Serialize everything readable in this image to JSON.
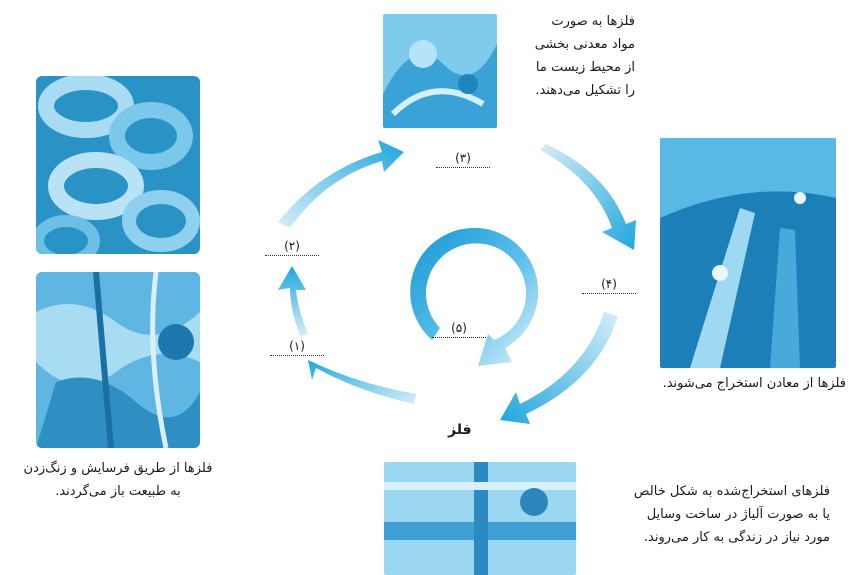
{
  "captions": {
    "top": [
      "فلزها به صورت",
      "مواد معدنی بخشی",
      "از محیط زیست ما",
      "را تشکیل می‌دهند."
    ],
    "right": "فلزها از معادن استخراج می‌شوند.",
    "left": [
      "فلزها از طریق فرسایش و زنگ‌زدن",
      "به طبیعت باز می‌گردند."
    ],
    "bottom": [
      "فلزهای استخراج‌شده به شکل خالص",
      "یا به صورت آلیاژ در ساخت وسایل",
      "مورد نیاز در زندگی به کار می‌روند."
    ]
  },
  "labels": {
    "step1": "(۱)",
    "step2": "(۲)",
    "step3": "(۳)",
    "step4": "(۴)",
    "step5": "(۵)"
  },
  "center_word": "فلز",
  "colors": {
    "arrow": "#1fa6dc",
    "arrow_light": "#cdeaf7",
    "photo_dark": "#1c8fc4",
    "photo_light": "#bfe6f6"
  }
}
